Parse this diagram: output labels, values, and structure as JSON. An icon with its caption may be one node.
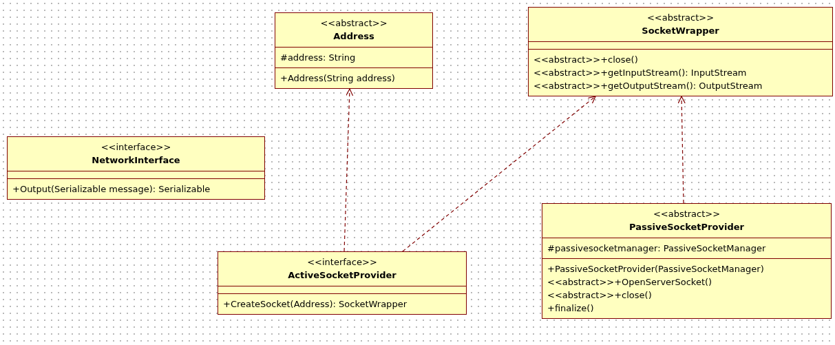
{
  "diagram": {
    "nodes": [
      {
        "text": [
          "<<abstract>>",
          "Address",
          "#address: String",
          "+Address(String address)"
        ]
      },
      {
        "text": [
          "<<abstract>>",
          "SocketWrapper",
          "<<abstract>>+close()",
          "<<abstract>>+getInputStream(): InputStream",
          "<<abstract>>+getOutputStream(): OutputStream"
        ]
      },
      {
        "text": [
          "<<interface>>",
          "NetworkInterface",
          "+Output(Serializable message): Serializable"
        ]
      },
      {
        "text": [
          "<<interface>>",
          "ActiveSocketProvider",
          "+CreateSocket(Address): SocketWrapper"
        ]
      },
      {
        "text": [
          "<<abstract>>",
          "PassiveSocketProvider",
          "#passivesocketmanager: PassiveSocketManager",
          "+PassiveSocketProvider(PassiveSocketManager)",
          "<<abstract>>+OpenServerSocket()",
          "<<abstract>>+close()",
          "+finalize()"
        ]
      }
    ],
    "edges": [
      {
        "from": 3,
        "to": 0,
        "arrow": "to",
        "style": "dashed"
      },
      {
        "from": 3,
        "to": 1,
        "arrow": "to",
        "style": "dashed"
      },
      {
        "from": 4,
        "to": 1,
        "arrow": "to",
        "style": "dashed"
      }
    ]
  }
}
